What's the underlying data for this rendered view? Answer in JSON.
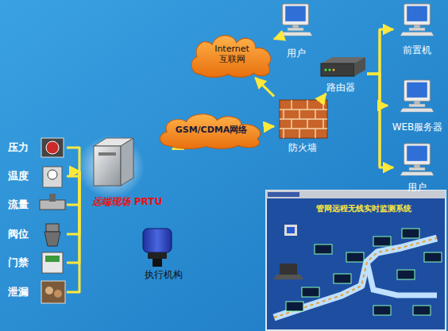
{
  "diagram": {
    "nodes": [
      {
        "text": [
          "压力"
        ]
      },
      {
        "text": [
          "温度"
        ]
      },
      {
        "text": [
          "流量"
        ]
      },
      {
        "text": [
          "阀位"
        ]
      },
      {
        "text": [
          "门禁"
        ]
      },
      {
        "text": [
          "泄漏"
        ]
      },
      {
        "text": [
          "远端现场",
          "PRTU"
        ]
      },
      {
        "text": [
          "执行机构"
        ]
      },
      {
        "text": [
          "GSM/CDMA网络"
        ]
      },
      {
        "text": [
          "防火墙"
        ]
      },
      {
        "text": [
          "Internet",
          "互联网"
        ]
      },
      {
        "text": [
          "用户"
        ]
      },
      {
        "text": [
          "路由器"
        ]
      },
      {
        "text": [
          "前置机"
        ]
      },
      {
        "text": [
          "WEB服务器"
        ]
      },
      {
        "text": [
          "用户"
        ]
      },
      {
        "text": [
          "管网远程无线实时监测系统"
        ]
      }
    ],
    "edges": [
      {
        "from": 0,
        "to": 6,
        "arrow": "to"
      },
      {
        "from": 1,
        "to": 6,
        "arrow": "to"
      },
      {
        "from": 2,
        "to": 6,
        "arrow": "to"
      },
      {
        "from": 3,
        "to": 6,
        "arrow": "to"
      },
      {
        "from": 4,
        "to": 6,
        "arrow": "to"
      },
      {
        "from": 5,
        "to": 6,
        "arrow": "to"
      },
      {
        "from": 6,
        "to": 8,
        "arrow": "to"
      },
      {
        "from": 8,
        "to": 9,
        "arrow": "to"
      },
      {
        "from": 9,
        "to": 10,
        "arrow": "to"
      },
      {
        "from": 10,
        "to": 11,
        "arrow": "to"
      },
      {
        "from": 9,
        "to": 12,
        "arrow": "to"
      },
      {
        "from": 12,
        "to": 13,
        "arrow": "to"
      },
      {
        "from": 12,
        "to": 14,
        "arrow": "to"
      },
      {
        "from": 12,
        "to": 15,
        "arrow": "to"
      }
    ]
  }
}
